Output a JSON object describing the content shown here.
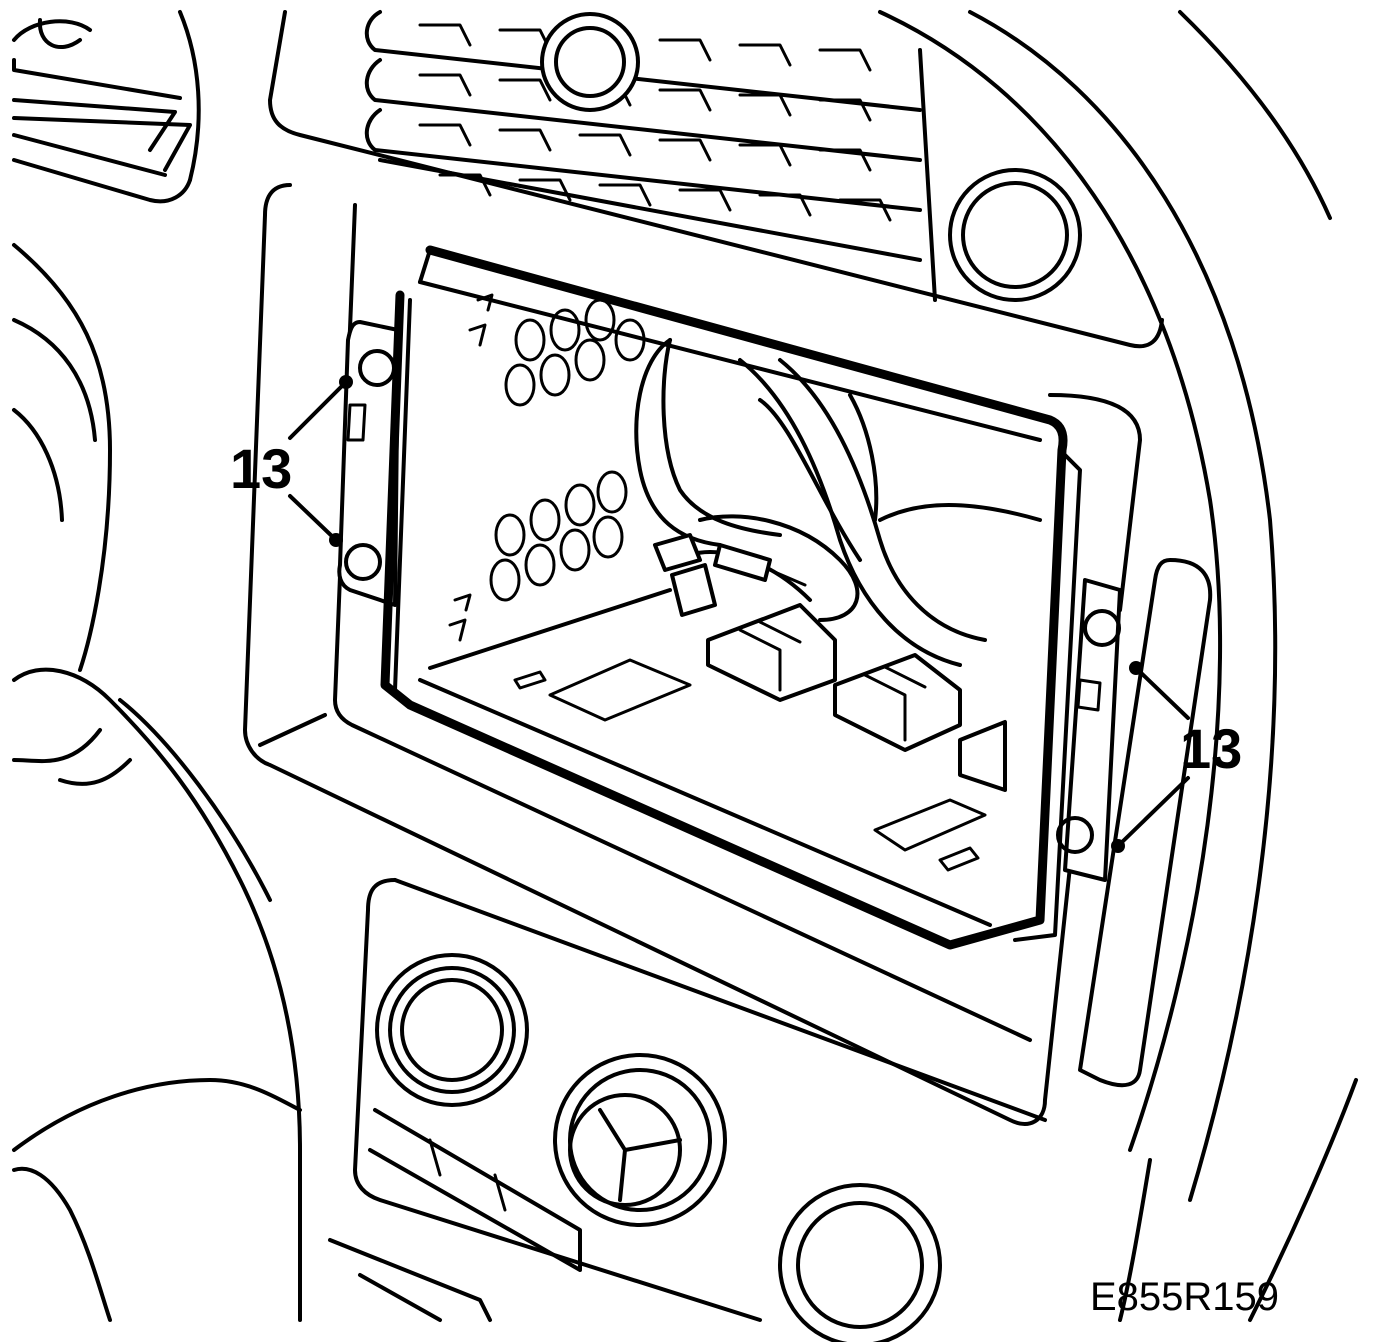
{
  "callouts": {
    "left_label": "13",
    "right_label": "13"
  },
  "figure_code": "E855R159",
  "colors": {
    "ink": "#000000",
    "paper": "#ffffff"
  }
}
